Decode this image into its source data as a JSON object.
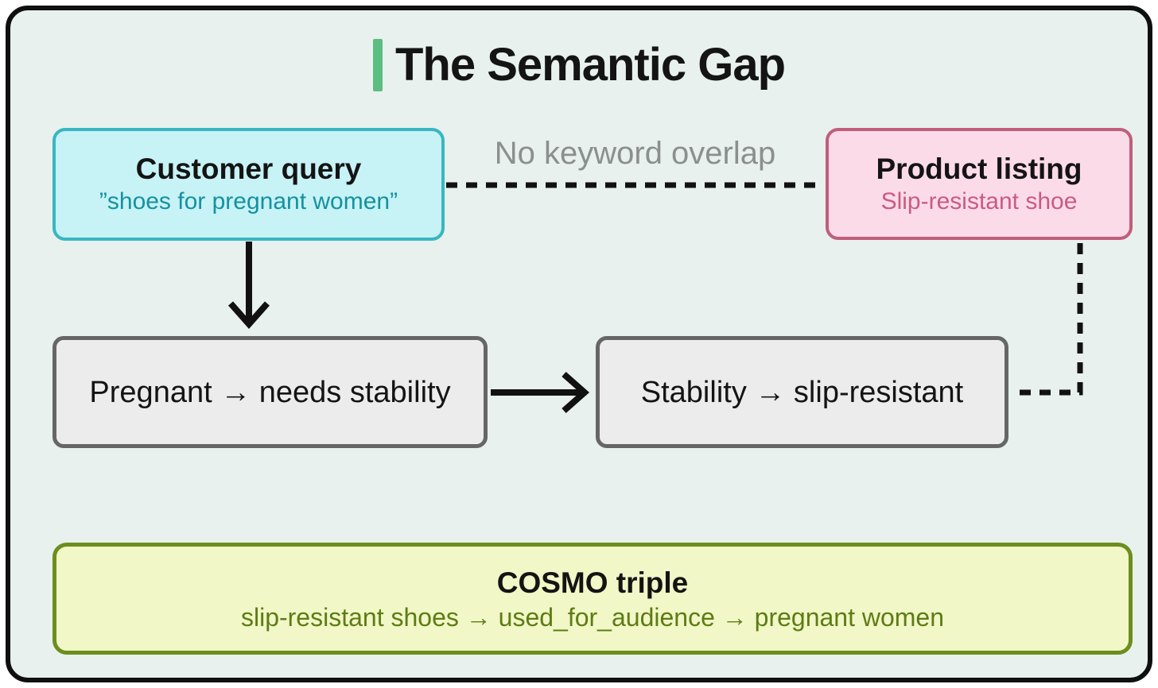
{
  "header": {
    "title": "The Semantic Gap"
  },
  "boxes": {
    "customer_query": {
      "title": "Customer query",
      "subtitle": "”shoes for pregnant women”"
    },
    "product_listing": {
      "title": "Product listing",
      "subtitle": "Slip-resistant shoe"
    },
    "inference_left": {
      "label": "Pregnant → needs stability"
    },
    "inference_right": {
      "label": "Stability → slip-resistant"
    },
    "cosmo": {
      "title": "COSMO triple",
      "subtitle": "slip-resistant shoes → used_for_audience → pregnant women"
    }
  },
  "connectors": {
    "no_overlap_label": "No keyword overlap"
  },
  "colors": {
    "background": "#e8f1ed",
    "frame": "#0f0f0f",
    "accent_green": "#5cbd82",
    "cyan_fill": "#c7f2f6",
    "cyan_border": "#38b6c3",
    "cyan_text": "#14929f",
    "pink_fill": "#fcdbe8",
    "pink_border": "#c05e7c",
    "pink_text": "#c95c7f",
    "gray_fill": "#ececec",
    "gray_border": "#666666",
    "yellow_fill": "#f1f7c6",
    "yellow_border": "#6b8e1e",
    "olive_text": "#5d7c15",
    "muted_label": "#8b8f8d",
    "line_color": "#111111"
  }
}
